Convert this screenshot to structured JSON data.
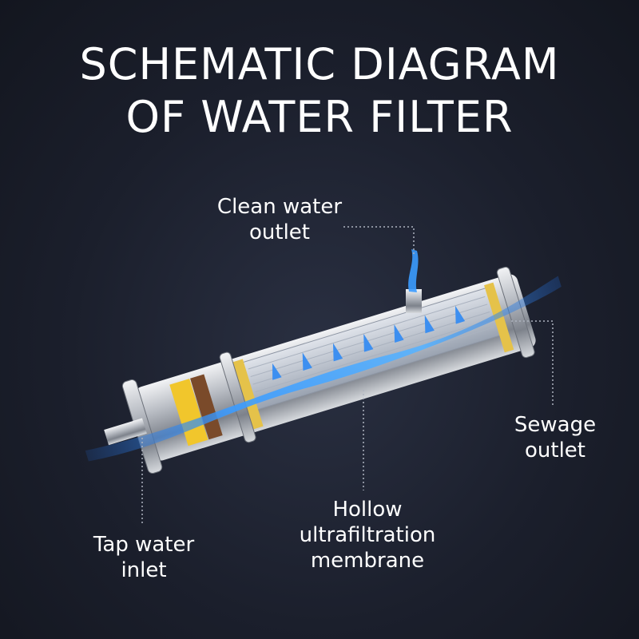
{
  "title": {
    "line1": "SCHEMATIC DIAGRAM",
    "line2": "OF WATER FILTER"
  },
  "labels": {
    "clean": {
      "line1": "Clean water",
      "line2": "outlet"
    },
    "sewage": {
      "line1": "Sewage",
      "line2": "outlet"
    },
    "hollow": {
      "line1": "Hollow",
      "line2": "ultrafiltration",
      "line3": "membrane"
    },
    "tap": {
      "line1": "Tap water",
      "line2": "inlet"
    }
  },
  "colors": {
    "background": "#1b1f2c",
    "water": "#2f86e8",
    "steel": "#c9ccd2",
    "membrane": "#e7c95a",
    "leader": "#aeb4c0"
  }
}
